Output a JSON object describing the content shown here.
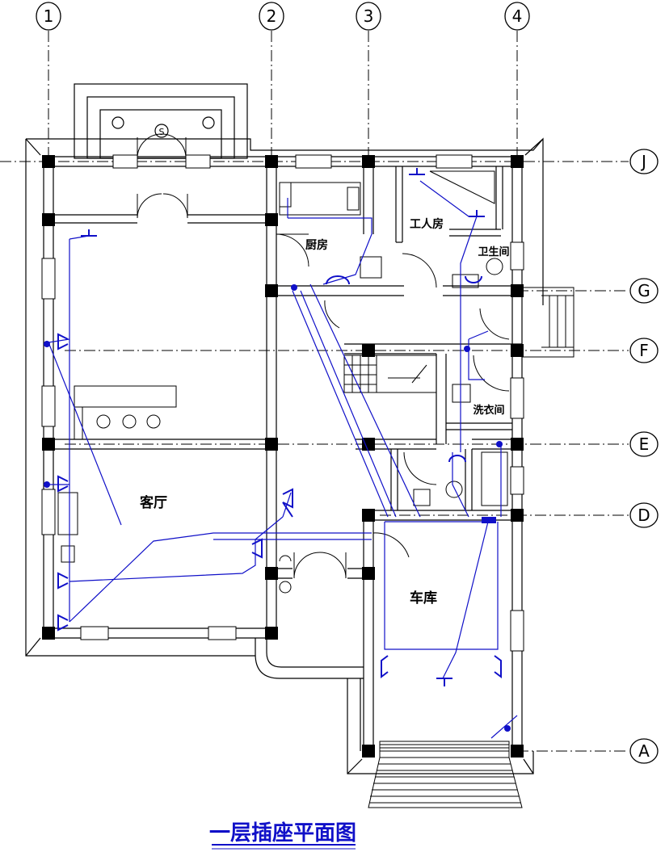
{
  "grid": {
    "vertical": [
      "1",
      "2",
      "3",
      "4"
    ],
    "horizontal": [
      "J",
      "G",
      "F",
      "E",
      "D",
      "A"
    ]
  },
  "rooms": {
    "kitchen": "厨房",
    "servant_room": "工人房",
    "bathroom": "卫生间",
    "laundry": "洗衣间",
    "living_room": "客厅",
    "garage": "车库"
  },
  "title": "一层插座平面图",
  "colors": {
    "walls": "#000000",
    "wiring": "#1010c8",
    "background": "#ffffff"
  }
}
